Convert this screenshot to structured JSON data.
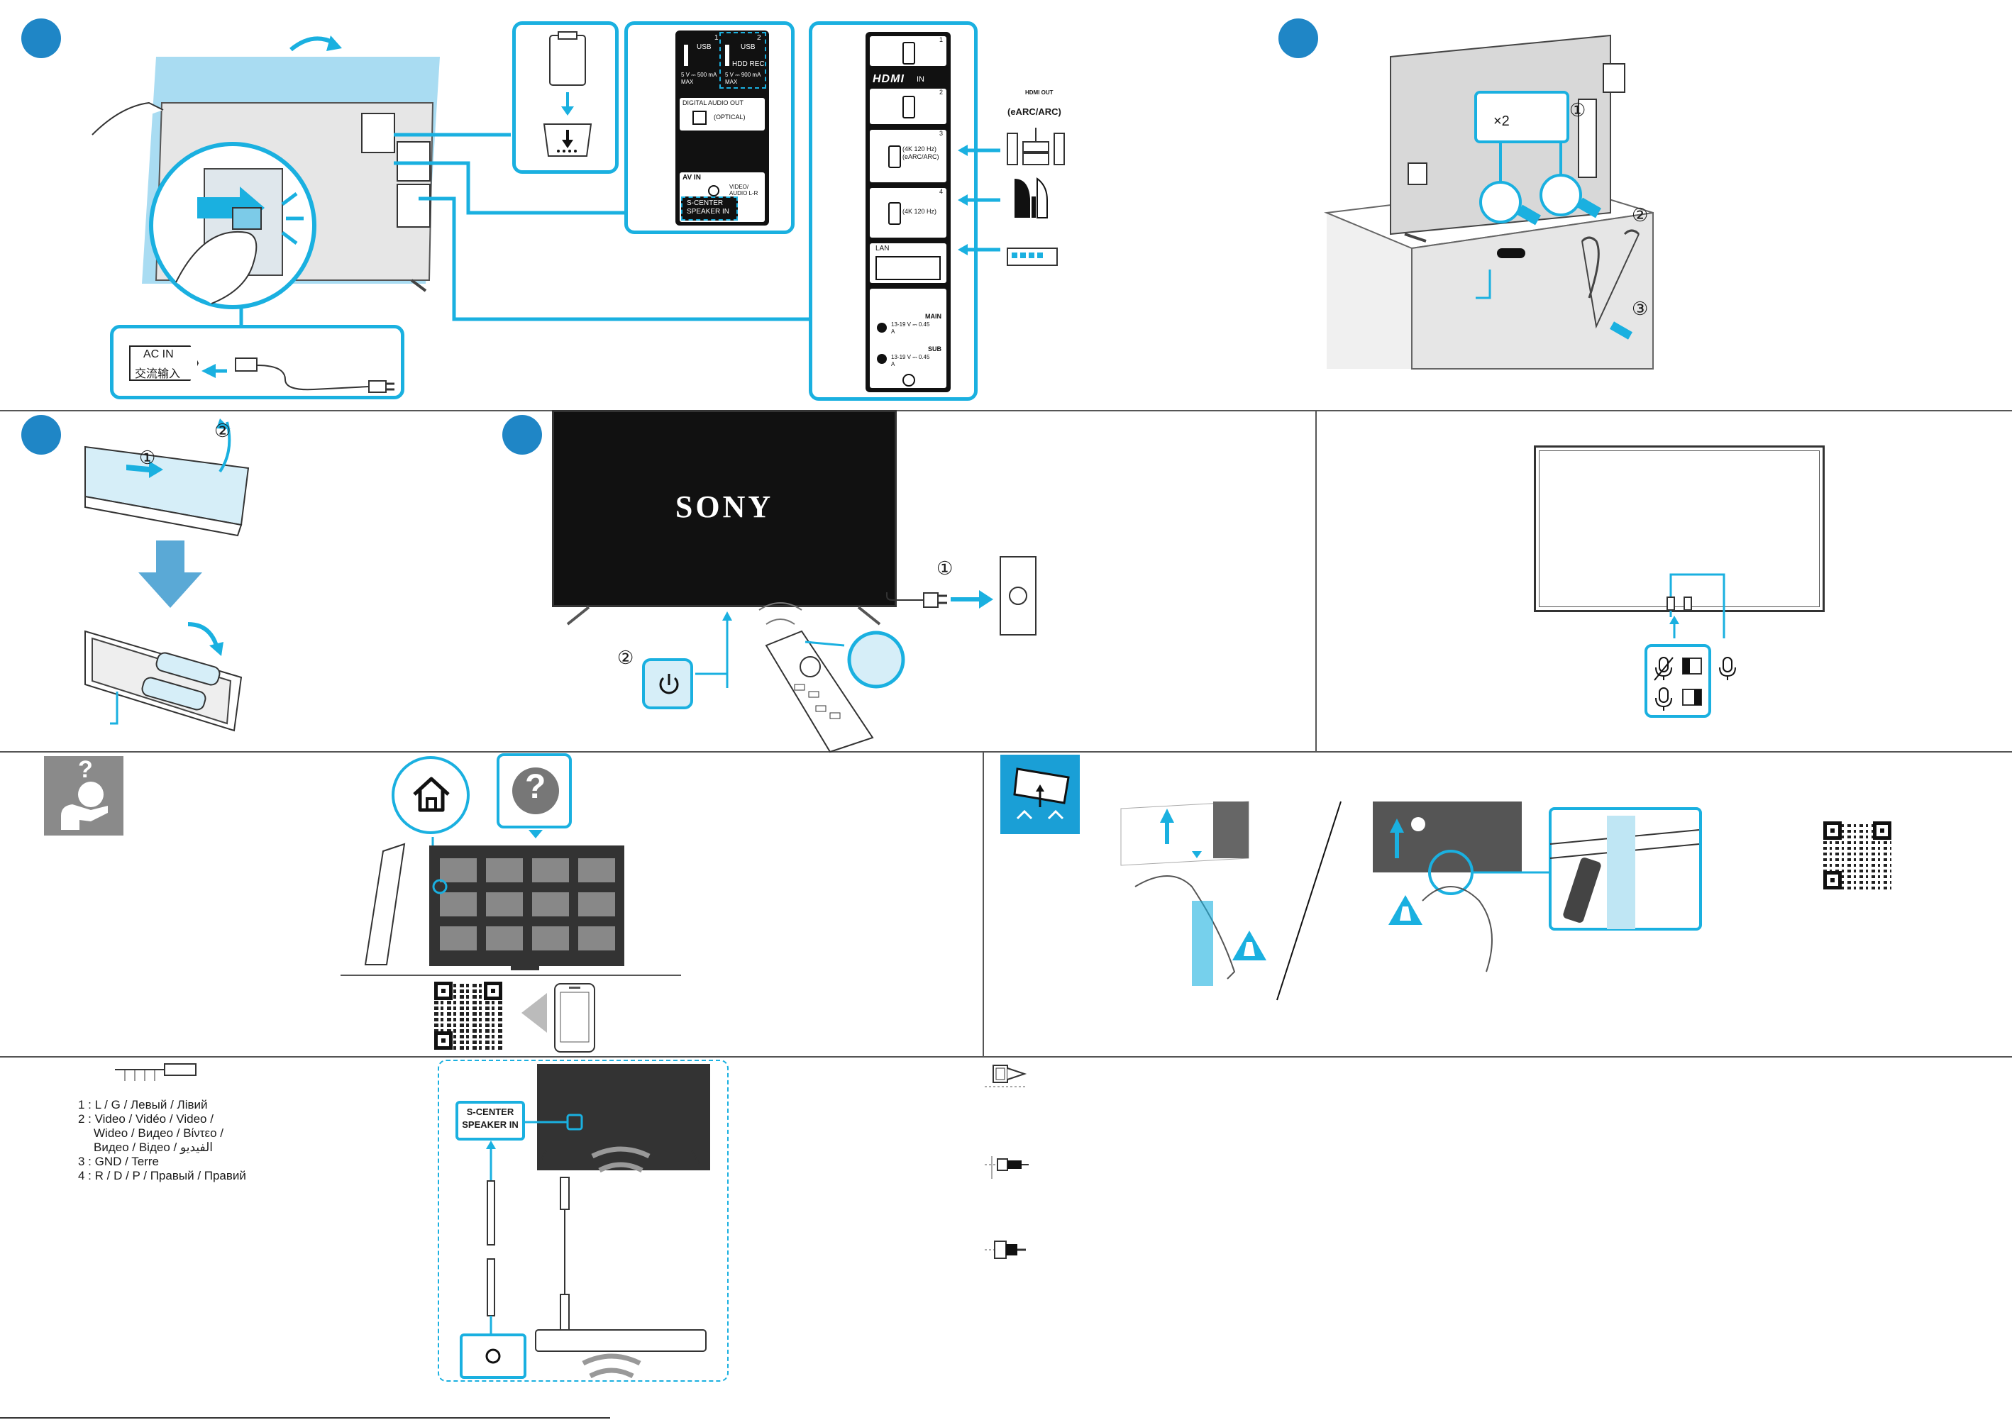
{
  "connectors": {
    "usb1_label": "USB",
    "usb1_num": "1",
    "usb1_rating": "5 V ⎓ 500 mA MAX",
    "usb2_label": "USB",
    "usb2_num": "2",
    "usb2_sub": "HDD REC",
    "usb2_rating": "5 V ⎓ 900 mA MAX",
    "digital_audio": "DIGITAL AUDIO OUT",
    "optical": "(OPTICAL)",
    "av_in": "AV IN",
    "video_audio": "VIDEO/ AUDIO L-R",
    "s_center": "S-CENTER SPEAKER IN",
    "hdmi_logo": "HDMI",
    "hdmi_in": "IN",
    "hdmi1_num": "1",
    "hdmi2_num": "2",
    "hdmi3_num": "3",
    "hdmi3_label": "(4K 120 Hz) (eARC/ARC)",
    "hdmi4_num": "4",
    "hdmi4_label": "(4K 120 Hz)",
    "lan": "LAN",
    "main": "MAIN",
    "main_rating": "13-19 V ⎓ 0.45 A",
    "sub": "SUB",
    "sub_rating": "13-19 V ⎓ 0.45 A",
    "hdmi_out": "HDMI OUT",
    "earc": "(eARC/ARC)"
  },
  "ac_in": {
    "line1": "AC IN",
    "line2": "交流输入"
  },
  "wall_mount": {
    "x2": "×2",
    "step1": "①",
    "step2": "②",
    "step3": "③"
  },
  "remote_steps": {
    "step1": "①",
    "step2": "②"
  },
  "power_steps": {
    "step1": "①",
    "step2": "②"
  },
  "brand": "SONY",
  "pinout": [
    "1 : L / G / Левый / Лівий",
    "2 : Video / Vidéo / Video /",
    "Wideo / Видео / Βίντεο /",
    "Видео / Відео / الفيديو",
    "3 : GND / Terre",
    "4 : R / D / P / Правый / Правий"
  ],
  "s_center_box": {
    "line1": "S-CENTER",
    "line2": "SPEAKER IN"
  },
  "question_mark": "?",
  "colors": {
    "accent": "#1ab0e0",
    "step_circle": "#1f86c6",
    "panel": "#111111",
    "help_tile": "#8a8a8a"
  },
  "icons": [
    "home-icon",
    "help-icon",
    "microphone-icon",
    "microphone-muted-icon",
    "power-icon",
    "warning-icon"
  ]
}
